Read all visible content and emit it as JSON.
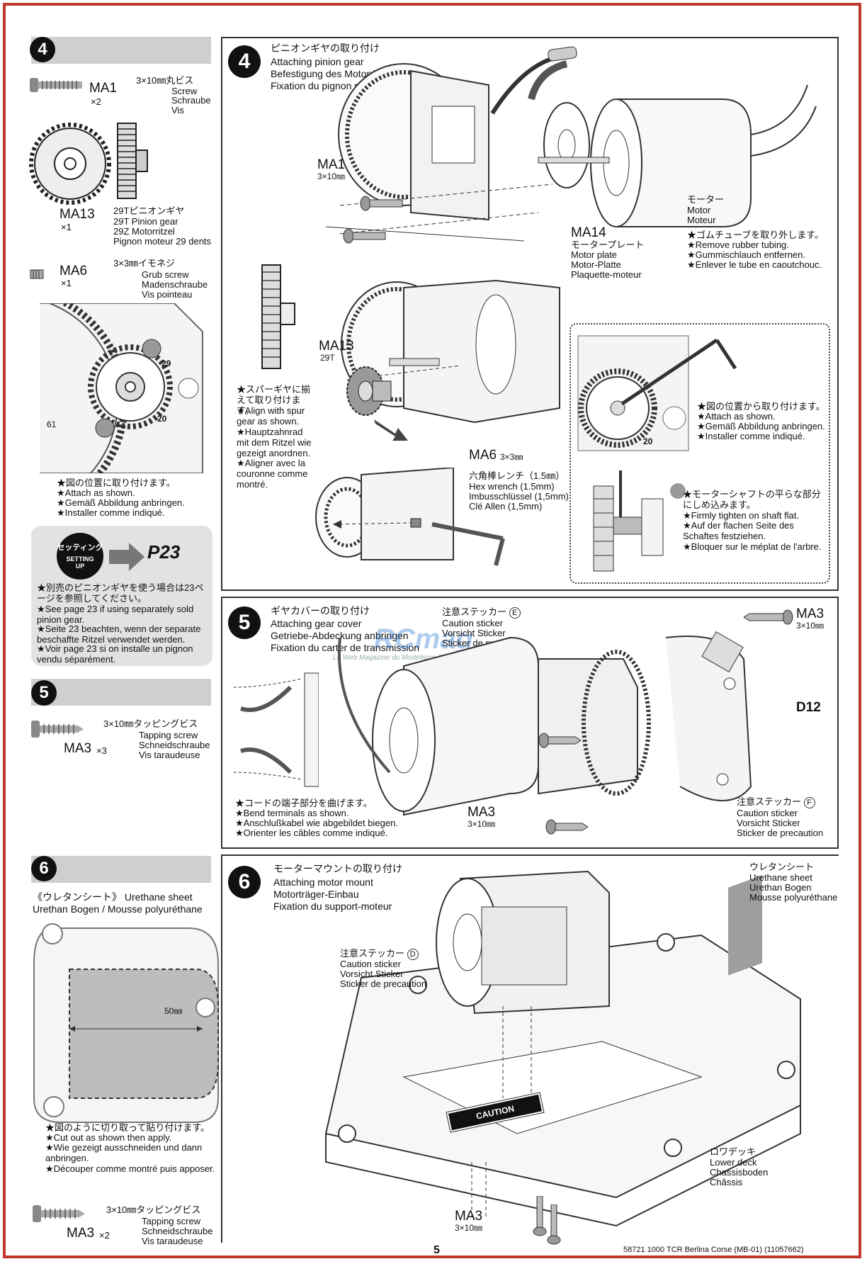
{
  "page_number": "5",
  "footer": "58721 1000 TCR Berlina Corse (MB-01) (11057662)",
  "watermark": {
    "brand": "RCmag",
    "tagline": "Le Web Magazine du Modélisme RC"
  },
  "left": {
    "step4": {
      "num": "4",
      "parts": {
        "ma1": {
          "code": "MA1",
          "qty": "×2",
          "lines": [
            "3×10㎜丸ビス",
            "Screw",
            "Schraube",
            "Vis"
          ]
        },
        "ma13": {
          "code": "MA13",
          "qty": "×1",
          "lines": [
            "29Tピニオンギヤ",
            "29T Pinion gear",
            "29Z Motorritzel",
            "Pignon moteur 29 dents"
          ]
        },
        "ma6": {
          "code": "MA6",
          "qty": "×1",
          "lines": [
            "3×3㎜イモネジ",
            "Grub screw",
            "Madenschraube",
            "Vis pointeau"
          ]
        }
      },
      "gear_labels": [
        "29",
        "20",
        "61"
      ],
      "attach": [
        "★図の位置に取り付けます。",
        "★Attach as shown.",
        "★Gemäß Abbildung anbringen.",
        "★Installer comme indiqué."
      ],
      "setting": {
        "badge_jp": "セッティング",
        "badge_en": "SETTING UP",
        "page": "P23",
        "notes": [
          "★別売のピニオンギヤを使う場合は23ページを参照してください。",
          "★See page 23 if using separately sold pinion gear.",
          "★Seite 23 beachten, wenn der separate beschaffte Ritzel verwendet werden.",
          "★Voir page 23 si on installe un pignon vendu séparément."
        ]
      }
    },
    "step5": {
      "num": "5",
      "ma3": {
        "code": "MA3",
        "qty": "×3",
        "lines": [
          "3×10㎜タッピングビス",
          "Tapping screw",
          "Schneidschraube",
          "Vis taraudeuse"
        ]
      }
    },
    "step6": {
      "num": "6",
      "sheet_title_1": "《ウレタンシート》 Urethane sheet",
      "sheet_title_2": "Urethan Bogen / Mousse polyuréthane",
      "dim": "50㎜",
      "cut": [
        "★図のように切り取って貼り付けます。",
        "★Cut out as shown then apply.",
        "★Wie gezeigt ausschneiden und dann anbringen.",
        "★Découper comme montré puis apposer."
      ],
      "ma3": {
        "code": "MA3",
        "qty": "×2",
        "lines": [
          "3×10㎜タッピングビス",
          "Tapping screw",
          "Schneidschraube",
          "Vis taraudeuse"
        ]
      }
    }
  },
  "main": {
    "step4": {
      "num": "4",
      "title": [
        "ピニオンギヤの取り付け",
        "Attaching pinion gear",
        "Befestigung des Motorritzels",
        "Fixation du pignon moteur"
      ],
      "ma1": {
        "code": "MA1",
        "size": "3×10㎜"
      },
      "ma14": {
        "code": "MA14",
        "lines": [
          "モータープレート",
          "Motor plate",
          "Motor-Platte",
          "Plaquette-moteur"
        ]
      },
      "motor": [
        "モーター",
        "Motor",
        "Moteur"
      ],
      "rubber": [
        "★ゴムチューブを取り外します。",
        "★Remove rubber tubing.",
        "★Gummischlauch entfernen.",
        "★Enlever le tube en caoutchouc."
      ],
      "ma13": {
        "code": "MA13",
        "size": "29T"
      },
      "align": [
        "★スパーギヤに揃えて取り付けます。",
        "★Align with spur gear as shown.",
        "★Hauptzahnrad mit dem Ritzel wie gezeigt anordnen.",
        "★Aligner avec la couronne comme montré."
      ],
      "ma6": {
        "code": "MA6",
        "size": "3×3㎜"
      },
      "hex": [
        "六角棒レンチ（1.5㎜）",
        "Hex wrench (1.5mm)",
        "Imbusschlüssel (1,5mm)",
        "Clé Allen (1,5mm)"
      ],
      "attach": [
        "★図の位置から取り付けます。",
        "★Attach as shown.",
        "★Gemäß Abbildung anbringen.",
        "★Installer comme indiqué."
      ],
      "tighten": [
        "★モーターシャフトの平らな部分にしめ込みます。",
        "★Firmly tighten on shaft flat.",
        "★Auf der flachen Seite des Schaftes festziehen.",
        "★Bloquer sur le méplat de l'arbre."
      ],
      "gear_label": "20"
    },
    "step5": {
      "num": "5",
      "title": [
        "ギヤカバーの取り付け",
        "Attaching gear cover",
        "Getriebe-Abdeckung anbringen",
        "Fixation du carter de transmission"
      ],
      "sticker_e": {
        "lines": [
          "注意ステッカー",
          "Caution sticker",
          "Vorsicht Sticker",
          "Sticker de precaution"
        ],
        "letter": "E"
      },
      "ma3_top": {
        "code": "MA3",
        "size": "3×10㎜"
      },
      "d12": "D12",
      "bend": [
        "★コードの端子部分を曲げます。",
        "★Bend terminals as shown.",
        "★Anschlußkabel wie abgebildet biegen.",
        "★Orienter les câbles comme indiqué."
      ],
      "ma3_bottom": {
        "code": "MA3",
        "size": "3×10㎜"
      },
      "sticker_f": {
        "lines": [
          "注意ステッカー",
          "Caution sticker",
          "Vorsicht Sticker",
          "Sticker de precaution"
        ],
        "letter": "F"
      }
    },
    "step6": {
      "num": "6",
      "title": [
        "モーターマウントの取り付け",
        "Attaching motor mount",
        "Motorträger-Einbau",
        "Fixation du support-moteur"
      ],
      "urethane": [
        "ウレタンシート",
        "Urethane sheet",
        "Urethan Bogen",
        "Mousse polyuréthane"
      ],
      "sticker_d": {
        "lines": [
          "注意ステッカー",
          "Caution sticker",
          "Vorsicht Sticker",
          "Sticker de precaution"
        ],
        "letter": "D"
      },
      "caution": "CAUTION",
      "lower_deck": [
        "ロワデッキ",
        "Lower deck",
        "Chassisboden",
        "Châssis"
      ],
      "ma3": {
        "code": "MA3",
        "size": "3×10㎜"
      }
    }
  }
}
